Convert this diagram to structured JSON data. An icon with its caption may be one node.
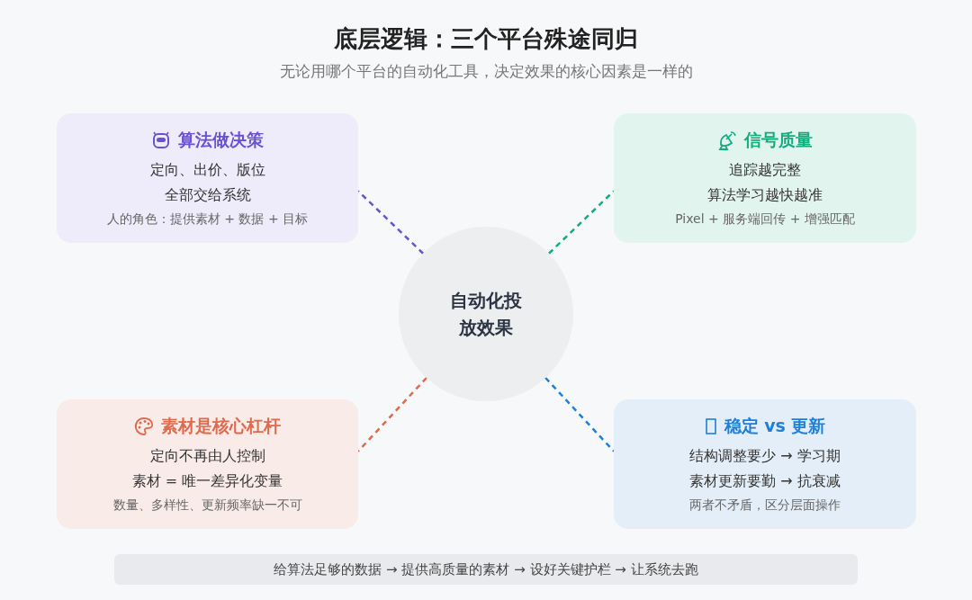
{
  "diagram": {
    "title": "底层逻辑：三个平台殊途同归",
    "nodes": [
      {
        "text": [
          "算法做决策",
          "定向、出价、版位",
          "全部交给系统",
          "人的角色：提供素材 + 数据 + 目标"
        ]
      },
      {
        "text": [
          "信号质量",
          "追踪越完整",
          "算法学习越快越准",
          "Pixel + 服务端回传 + 增强匹配"
        ]
      },
      {
        "text": [
          "自动化投放效果"
        ]
      },
      {
        "text": [
          "素材是核心杠杆",
          "定向不再由人控制",
          "素材 = 唯一差异化变量",
          "数量、多样性、更新频率缺一不可"
        ]
      },
      {
        "text": [
          "稳定 vs 更新",
          "结构调整要少 → 学习期",
          "素材更新要勤 → 抗衰减",
          "两者不矛盾，区分层面操作"
        ]
      },
      {
        "text": [
          "给算法足够的数据 → 提供高质量的素材 → 设好关键护栏 → 让系统去跑"
        ]
      }
    ],
    "edges": [
      {
        "from": 2,
        "to": 0,
        "arrow": "none",
        "style": "dashed",
        "color": "#6a50d6"
      },
      {
        "from": 2,
        "to": 1,
        "arrow": "none",
        "style": "dashed",
        "color": "#12ad7f"
      },
      {
        "from": 2,
        "to": 3,
        "arrow": "none",
        "style": "dashed",
        "color": "#e06a4e"
      },
      {
        "from": 2,
        "to": 4,
        "arrow": "none",
        "style": "dashed",
        "color": "#1f80d8"
      }
    ],
    "labels": [
      "无论用哪个平台的自动化工具，决定效果的核心因素是一样的"
    ]
  }
}
